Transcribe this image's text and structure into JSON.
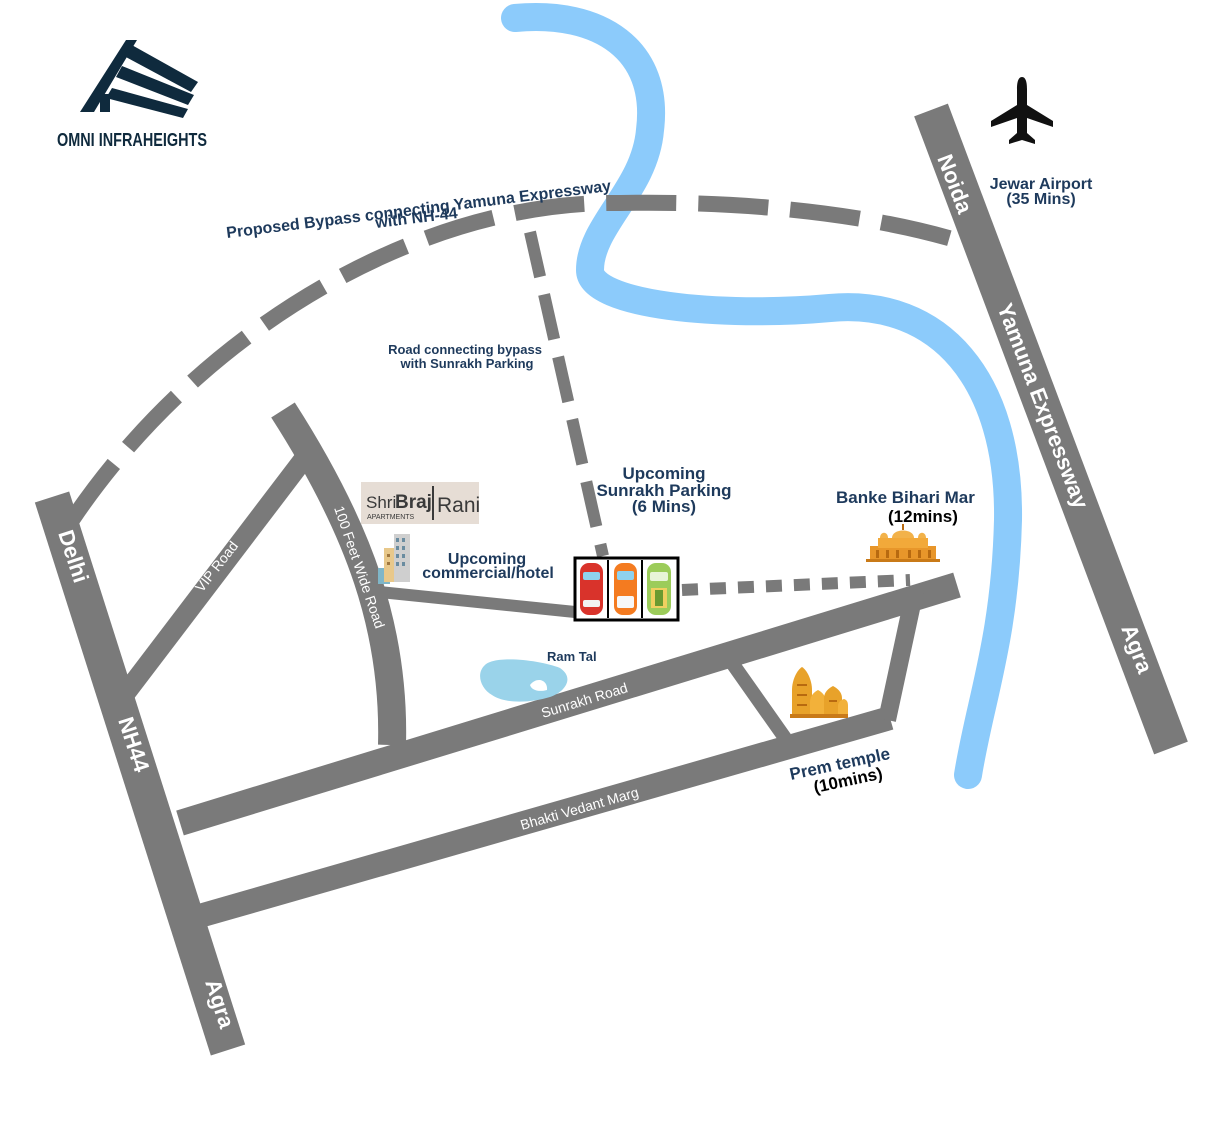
{
  "brand": {
    "name": "OMNI INFRAHEIGHTS",
    "logo_icon": "house-roof-stripes-icon",
    "color": "#0f2a3d"
  },
  "colors": {
    "road": "#7a7a7a",
    "river": "#8ccbfb",
    "label": "#1e3a5c",
    "lake": "#9ad3ea"
  },
  "highways": {
    "nh44": {
      "top": "Delhi",
      "middle": "NH44",
      "bottom": "Agra"
    },
    "yamuna": {
      "top": "Noida",
      "middle": "Yamuna Expressway",
      "bottom": "Agra"
    }
  },
  "roads": {
    "vip": "VIP Road",
    "hundred_feet": "100 Feet Wide Road",
    "sunrakh": "Sunrakh Road",
    "bhakti": "Bhakti Vedant Marg"
  },
  "labels": {
    "bypass_line1": "Proposed  Bypass connecting Yamuna Expressway",
    "bypass_line2": "with NH-44",
    "connector_line1": "Road connecting bypass",
    "connector_line2": "with  Sunrakh Parking",
    "parking_line1": "Upcoming",
    "parking_line2": "Sunrakh Parking",
    "parking_line3": "(6 Mins)",
    "commercial_line1": "Upcoming",
    "commercial_line2": "commercial/hotel",
    "banke_line1": "Banke Bihari Mar",
    "banke_line2": "(12mins)",
    "prem_line1": "Prem temple",
    "prem_line2": "(10mins)",
    "airport_line1": "Jewar Airport",
    "airport_line2": "(35 Mins)",
    "ram_tal": "Ram Tal"
  },
  "badge": {
    "word1": "Shri",
    "word2": "Braj",
    "word3": "Rani",
    "sub": "APARTMENTS"
  },
  "icons": {
    "airport": "airplane-icon",
    "banke_bihari": "temple-palace-icon",
    "prem_temple": "temple-spires-icon",
    "building": "building-icon",
    "parking": "parked-cars-icon"
  }
}
